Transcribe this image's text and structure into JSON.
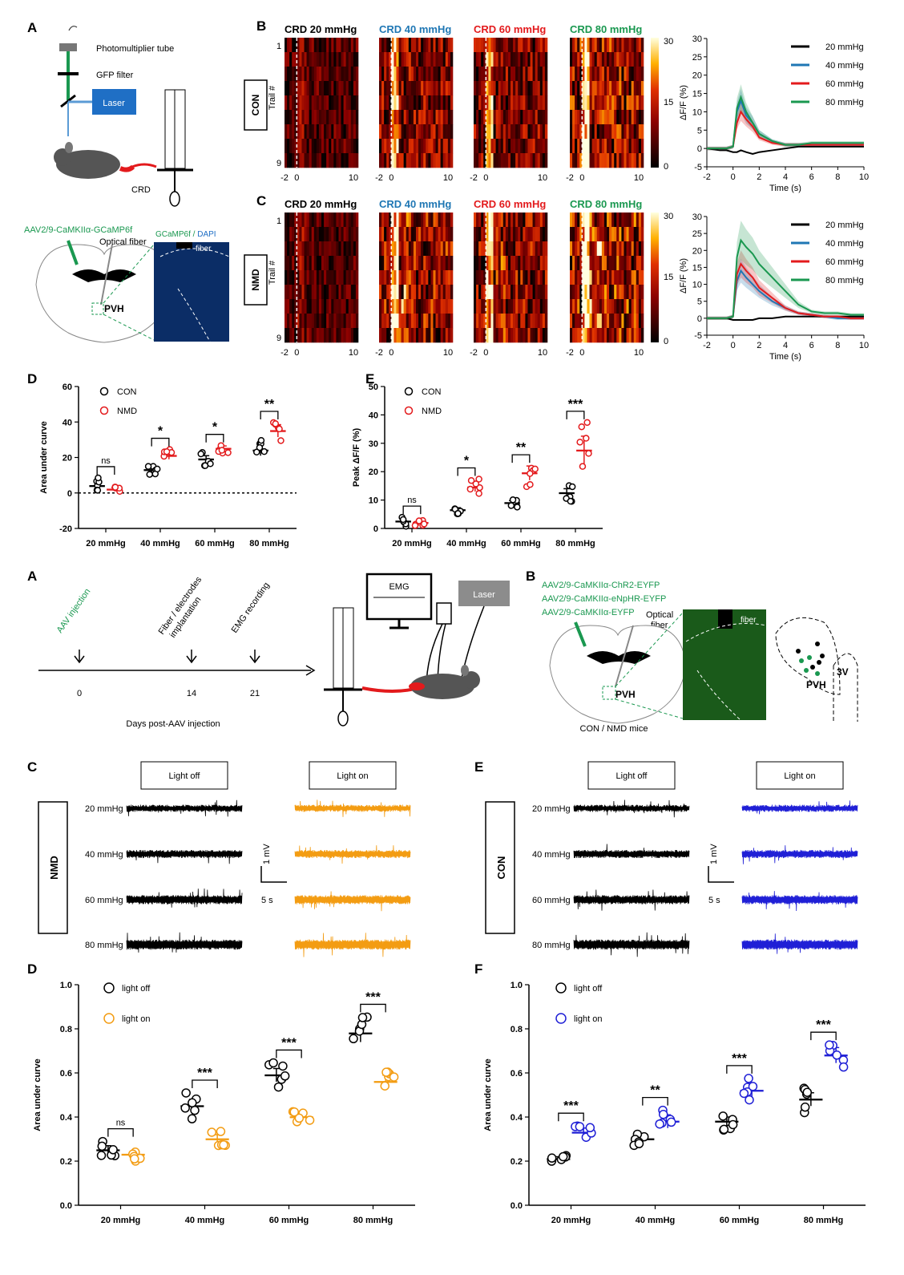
{
  "colors": {
    "c20": "#000000",
    "c40": "#1f77b4",
    "c60": "#e31a1c",
    "c80": "#1a9850",
    "con": "#000000",
    "nmd": "#e31a1c",
    "orange": "#f39c12",
    "blue": "#1f1fd6",
    "aav": "#1a9850"
  },
  "labels": {
    "panel_A": "A",
    "panel_B": "B",
    "panel_C": "C",
    "panel_D": "D",
    "panel_E": "E",
    "panel_F": "F",
    "pmt": "Photomultiplier tube",
    "gfp": "GFP filter",
    "laser": "Laser",
    "crd": "CRD",
    "aav_gcamp": "AAV2/9-CaMKIIα-GCaMP6f",
    "optical_fiber": "Optical fiber",
    "pvh": "PVH",
    "micro_title_green": "GCaMP6f",
    "micro_title_sep": " / ",
    "micro_title_blue": "DAPI",
    "fiber": "fiber",
    "con_box": "CON",
    "nmd_box": "NMD",
    "trail": "Trail #",
    "crd20": "CRD 20 mmHg",
    "crd40": "CRD 40 mmHg",
    "crd60": "CRD 60 mmHg",
    "crd80": "CRD 80 mmHg",
    "hm_top": "1",
    "hm_bottom": "9",
    "hm_tm2": "-2",
    "hm_t0": "0",
    "hm_t10": "10",
    "cb_30": "30",
    "cb_15": "15",
    "cb_0": "0",
    "leg20": "20 mmHg",
    "leg40": "40 mmHg",
    "leg60": "60 mmHg",
    "leg80": "80 mmHg",
    "dff": "ΔF/F (%)",
    "time": "Time (s)",
    "con": "CON",
    "nmd": "NMD",
    "auc": "Area under curve",
    "peak": "Peak  ΔF/F (%)",
    "aav_injection": "AAV injection",
    "fiber_impl1": "Fiber / electrodes",
    "fiber_impl2": "implantation",
    "emg_recording": "EMG recording",
    "day0": "0",
    "day14": "14",
    "day21": "21",
    "days_post": "Days  post-AAV injection",
    "emg": "EMG",
    "aav_chr2": "AAV2/9-CaMKIIα-ChR2-EYFP",
    "aav_enphr": "AAV2/9-CaMKIIα-eNpHR-EYFP",
    "aav_eyfp": "AAV2/9-CaMKIIα-EYFP",
    "optical_fiber2a": "Optical",
    "optical_fiber2b": "fiber",
    "con_nmd_mice": "CON / NMD mice",
    "v3": "3V",
    "light_off": "Light off",
    "light_on": "Light on",
    "light_off_lc": "light off",
    "light_on_lc": "light on",
    "mmhg20": "20 mmHg",
    "mmhg40": "40 mmHg",
    "mmhg60": "60 mmHg",
    "mmhg80": "80 mmHg",
    "one_mv": "1 mV",
    "five_s": "5 s"
  },
  "chart_data": [
    {
      "id": "B_traces",
      "type": "line",
      "xlabel": "Time (s)",
      "ylabel": "ΔF/F (%)",
      "xlim": [
        -2,
        10
      ],
      "ylim": [
        -5,
        30
      ],
      "xticks": [
        -2,
        0,
        2,
        4,
        6,
        8,
        10
      ],
      "yticks": [
        -5,
        0,
        5,
        10,
        15,
        20,
        25,
        30
      ],
      "x": [
        -2,
        -1,
        -0.5,
        0,
        0.3,
        0.6,
        1,
        1.5,
        2,
        3,
        4,
        5,
        6,
        7,
        8,
        9,
        10
      ],
      "series": [
        {
          "name": "20 mmHg",
          "values": [
            0,
            -0.5,
            -0.5,
            -1,
            -1,
            -0.5,
            -1,
            -1.5,
            -1,
            -0.5,
            0,
            0.5,
            0.5,
            0.5,
            0.5,
            0.5,
            0.5
          ]
        },
        {
          "name": "40 mmHg",
          "values": [
            0,
            0,
            0,
            0.5,
            10,
            13,
            9,
            7,
            4,
            2,
            1,
            1,
            1,
            1,
            1,
            1,
            1
          ]
        },
        {
          "name": "60 mmHg",
          "values": [
            0,
            0,
            0,
            0.5,
            7,
            10,
            8,
            6,
            3,
            1.5,
            1,
            1,
            1,
            1,
            1,
            1,
            1
          ]
        },
        {
          "name": "80 mmHg",
          "values": [
            0,
            0,
            0,
            0.5,
            11,
            14,
            10,
            7,
            4,
            2,
            1,
            1,
            1.5,
            1.5,
            1.5,
            1.5,
            1.5
          ]
        }
      ]
    },
    {
      "id": "C_traces",
      "type": "line",
      "xlabel": "Time (s)",
      "ylabel": "ΔF/F (%)",
      "xlim": [
        -2,
        10
      ],
      "ylim": [
        -5,
        30
      ],
      "xticks": [
        -2,
        0,
        2,
        4,
        6,
        8,
        10
      ],
      "yticks": [
        -5,
        0,
        5,
        10,
        15,
        20,
        25,
        30
      ],
      "x": [
        -2,
        -1,
        -0.5,
        0,
        0.3,
        0.6,
        1,
        1.5,
        2,
        3,
        4,
        5,
        6,
        7,
        8,
        9,
        10
      ],
      "series": [
        {
          "name": "20 mmHg",
          "values": [
            0,
            0,
            0,
            -0.5,
            -0.5,
            -0.5,
            -0.5,
            -0.5,
            0,
            0,
            0.5,
            0.5,
            0.5,
            0.5,
            0.5,
            0.5,
            0.5
          ]
        },
        {
          "name": "40 mmHg",
          "values": [
            0,
            0,
            0,
            0.5,
            11,
            14,
            12,
            10,
            8,
            5,
            3,
            1.5,
            1,
            0.5,
            0,
            0,
            0
          ]
        },
        {
          "name": "60 mmHg",
          "values": [
            0,
            0,
            0,
            0.5,
            13,
            16,
            14,
            12,
            9,
            6,
            3,
            1.5,
            1,
            0.5,
            0.5,
            0,
            0
          ]
        },
        {
          "name": "80 mmHg",
          "values": [
            0,
            0,
            0,
            0.5,
            18,
            23,
            21,
            19,
            16,
            12,
            8,
            4,
            2,
            1.5,
            1.5,
            1,
            1
          ]
        }
      ]
    },
    {
      "id": "D_top",
      "type": "bar",
      "ylabel": "Area under curve",
      "ylim": [
        -20,
        60
      ],
      "yticks": [
        -20,
        0,
        20,
        40,
        60
      ],
      "categories": [
        "20 mmHg",
        "40 mmHg",
        "60 mmHg",
        "80 mmHg"
      ],
      "series": [
        {
          "name": "CON",
          "values": [
            4,
            13,
            19,
            24
          ],
          "err": [
            3,
            1.5,
            2,
            3
          ]
        },
        {
          "name": "NMD",
          "values": [
            2,
            21,
            25,
            35
          ],
          "err": [
            1,
            2,
            1.5,
            3.5
          ]
        }
      ],
      "sig": [
        "ns",
        "*",
        "*",
        "**"
      ]
    },
    {
      "id": "E_top",
      "type": "bar",
      "ylabel": "Peak  ΔF/F (%)",
      "ylim": [
        0,
        50
      ],
      "yticks": [
        0,
        10,
        20,
        30,
        40,
        50
      ],
      "categories": [
        "20 mmHg",
        "40 mmHg",
        "60 mmHg",
        "80 mmHg"
      ],
      "series": [
        {
          "name": "CON",
          "values": [
            2.5,
            6.5,
            9,
            12.5
          ],
          "err": [
            1,
            0.8,
            0.8,
            1.5
          ]
        },
        {
          "name": "NMD",
          "values": [
            2,
            14.5,
            19.5,
            27.5
          ],
          "err": [
            0.5,
            1.5,
            2.5,
            5
          ]
        }
      ],
      "sig": [
        "ns",
        "*",
        "**",
        "***"
      ]
    },
    {
      "id": "D_bottom",
      "type": "bar",
      "ylabel": "Area under curve",
      "ylim": [
        0,
        1.0
      ],
      "yticks": [
        0.0,
        0.2,
        0.4,
        0.6,
        0.8,
        1.0
      ],
      "categories": [
        "20 mmHg",
        "40 mmHg",
        "60 mmHg",
        "80 mmHg"
      ],
      "series": [
        {
          "name": "light off",
          "values": [
            0.25,
            0.45,
            0.59,
            0.78
          ],
          "err": [
            0.02,
            0.03,
            0.03,
            0.04
          ]
        },
        {
          "name": "light on",
          "values": [
            0.23,
            0.3,
            0.4,
            0.56
          ],
          "err": [
            0.015,
            0.02,
            0.015,
            0.03
          ]
        }
      ],
      "sig": [
        "ns",
        "***",
        "***",
        "***"
      ]
    },
    {
      "id": "F_bottom",
      "type": "bar",
      "ylabel": "Area under curve",
      "ylim": [
        0,
        1.0
      ],
      "yticks": [
        0.0,
        0.2,
        0.4,
        0.6,
        0.8,
        1.0
      ],
      "categories": [
        "20 mmHg",
        "40 mmHg",
        "60 mmHg",
        "80 mmHg"
      ],
      "series": [
        {
          "name": "light off",
          "values": [
            0.21,
            0.3,
            0.38,
            0.48
          ],
          "err": [
            0.01,
            0.015,
            0.02,
            0.03
          ]
        },
        {
          "name": "light on",
          "values": [
            0.33,
            0.38,
            0.52,
            0.68
          ],
          "err": [
            0.02,
            0.03,
            0.03,
            0.035
          ]
        }
      ],
      "sig": [
        "***",
        "**",
        "***",
        "***"
      ]
    }
  ]
}
